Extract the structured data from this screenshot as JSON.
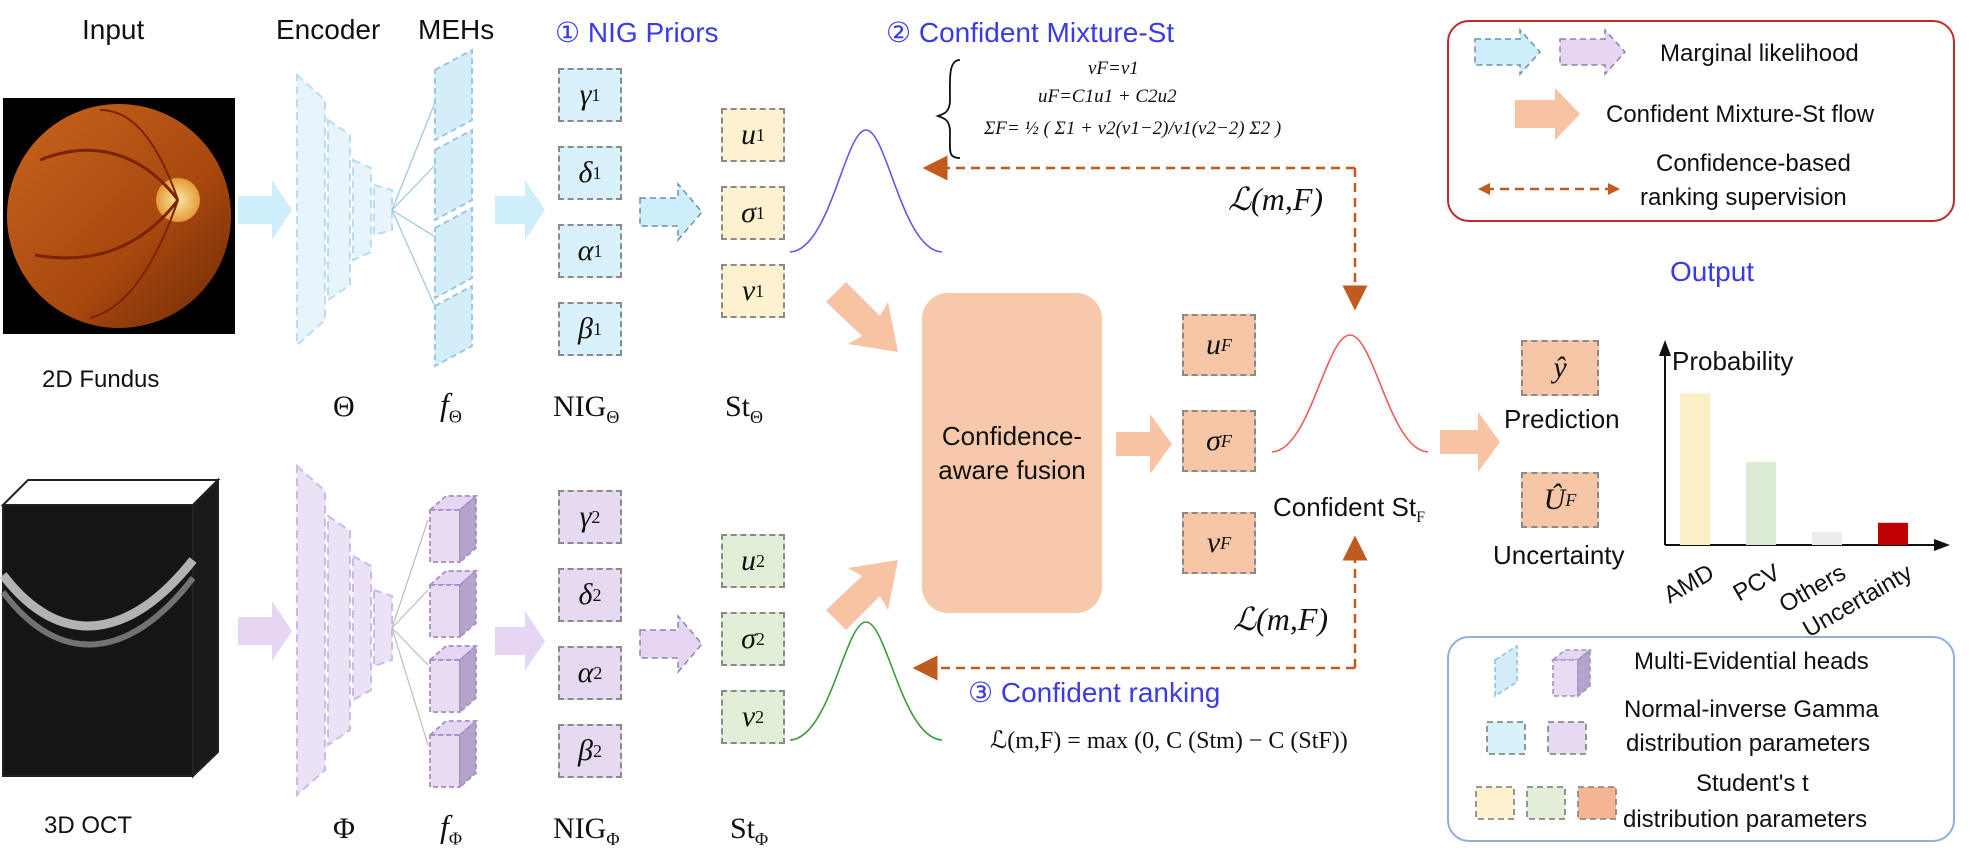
{
  "inputs": {
    "header": "Input",
    "fundus_label": "2D Fundus",
    "oct_label": "3D OCT"
  },
  "columns": {
    "encoder": "Encoder",
    "mehs": "MEHs",
    "nig_priors": "① NIG Priors",
    "confident_mixture": "② Confident Mixture-St",
    "confident_ranking": "③ Confident ranking"
  },
  "symbols": {
    "theta": "Θ",
    "phi": "Φ",
    "f": "f",
    "nig": "NIG",
    "st": "St",
    "confident_st": "Confident St",
    "sub_f": "F"
  },
  "nig_params_1": [
    "γ",
    "δ",
    "α",
    "β"
  ],
  "nig_params_2": [
    "γ",
    "δ",
    "α",
    "β"
  ],
  "st_params_1": [
    "u",
    "σ",
    "v"
  ],
  "st_params_2": [
    "u",
    "σ",
    "v"
  ],
  "st_params_f": [
    "u",
    "σ",
    "v"
  ],
  "fusion_label_1": "Confidence-",
  "fusion_label_2": "aware fusion",
  "equations": {
    "line1": "vF=v1",
    "line2": "uF=C1u1 + C2u2",
    "line3": "ΣF= ½ ( Σ1 + v2(v1−2)/v1(v2−2) Σ2 )",
    "loss_top": "ℒ(m,F)",
    "loss_bottom": "ℒ(m,F)",
    "ranking": "ℒ(m,F) = max (0, C (Stm) − C (StF))"
  },
  "output": {
    "header": "Output",
    "prediction": "Prediction",
    "uncertainty": "Uncertainty",
    "y_hat": "ŷ",
    "u_hat": "Û"
  },
  "chart_data": {
    "type": "bar",
    "ylabel": "Probability",
    "categories": [
      "AMD",
      "PCV",
      "Others",
      "Uncertainty"
    ],
    "values": [
      0.82,
      0.45,
      0.07,
      0.12
    ],
    "colors": [
      "#fbefc6",
      "#dcebd3",
      "#ececec",
      "#c00000"
    ]
  },
  "legend_top": {
    "marginal": "Marginal likelihood",
    "flow": "Confident Mixture-St flow",
    "ranking_1": "Confidence-based",
    "ranking_2": "ranking supervision"
  },
  "legend_bottom": {
    "heads": "Multi-Evidential heads",
    "nig_1": "Normal-inverse Gamma",
    "nig_2": "distribution parameters",
    "st_1": "Student's t",
    "st_2": "distribution parameters"
  }
}
